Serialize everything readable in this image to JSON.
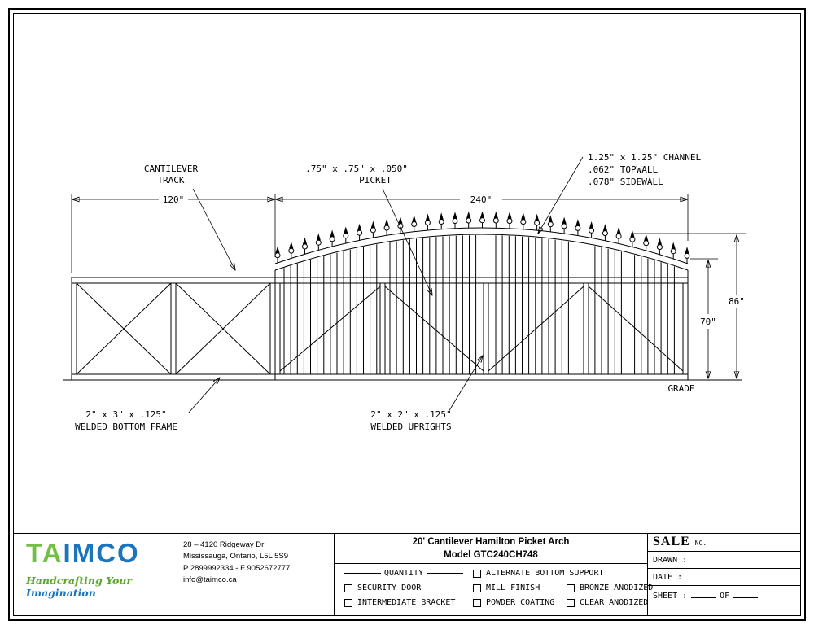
{
  "drawing": {
    "dims": {
      "track_width": "120\"",
      "gate_width": "240\"",
      "frame_height": "70\"",
      "overall_height": "86\"",
      "grade": "GRADE"
    },
    "callouts": {
      "track_l1": "CANTILEVER",
      "track_l2": "TRACK",
      "picket_l1": ".75\" x .75\" x .050\"",
      "picket_l2": "PICKET",
      "channel_l1": "1.25\" x 1.25\" CHANNEL",
      "channel_l2": ".062\" TOPWALL",
      "channel_l3": ".078\" SIDEWALL",
      "bottom_l1": "2\" x 3\" x .125\"",
      "bottom_l2": "WELDED BOTTOM FRAME",
      "uprights_l1": "2\" x 2\" x .125\"",
      "uprights_l2": "WELDED UPRIGHTS"
    }
  },
  "titleblock": {
    "logo": {
      "part1": "TA",
      "part2": "IMCO",
      "tagline1": "Handcrafting Your ",
      "tagline2": "Imagination"
    },
    "address": {
      "line1": "28 – 4120 Ridgeway Dr",
      "line2": "Mississauga, Ontario, L5L 5S9",
      "line3": "P 2899992334 - F 9052672777",
      "line4": "info@taimco.ca"
    },
    "title": {
      "line1": "20' Cantilever Hamilton Picket Arch",
      "line2": "Model GTC240CH748"
    },
    "options": {
      "quantity": "QUANTITY",
      "boxes": [
        {
          "label": "ALTERNATE BOTTOM SUPPORT"
        },
        {
          "label": "SECURITY DOOR"
        },
        {
          "label": "MILL FINISH"
        },
        {
          "label": "BRONZE ANODIZED"
        },
        {
          "label": "INTERMEDIATE BRACKET"
        },
        {
          "label": "POWDER COATING"
        },
        {
          "label": "CLEAR ANODIZED"
        }
      ]
    },
    "sale": {
      "header": "SALE",
      "no": "NO.",
      "drawn": "DRAWN :",
      "date": "DATE :",
      "sheet": "SHEET :",
      "of": "OF"
    }
  }
}
